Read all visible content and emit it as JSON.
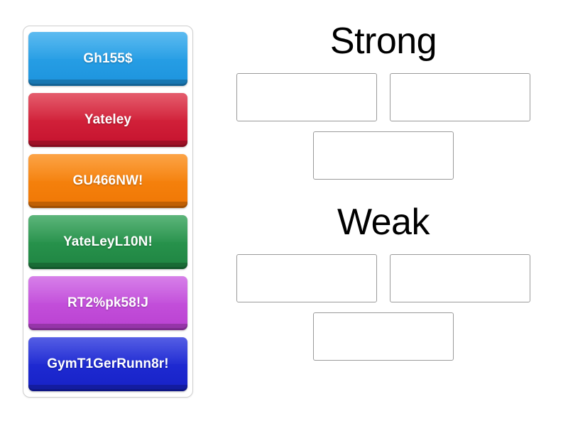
{
  "activity": {
    "type": "group-sort",
    "title": "Password strength group sort"
  },
  "tray": {
    "name": "draggable-card-tray",
    "cards": [
      {
        "label": "Gh155$",
        "color": "#1d93dd",
        "color_name": "blue"
      },
      {
        "label": "Yateley",
        "color": "#c5122e",
        "color_name": "red"
      },
      {
        "label": "GU466NW!",
        "color": "#ef7705",
        "color_name": "orange"
      },
      {
        "label": "YateLeyL10N!",
        "color": "#1f8442",
        "color_name": "green"
      },
      {
        "label": "RT2%pk58!J",
        "color": "#ba41d1",
        "color_name": "purple"
      },
      {
        "label": "GymT1GerRunn8r!",
        "color": "#1722c6",
        "color_name": "deepblue"
      }
    ]
  },
  "categories": [
    {
      "title": "Strong",
      "zones": [
        {
          "value": ""
        },
        {
          "value": ""
        },
        {
          "value": ""
        }
      ]
    },
    {
      "title": "Weak",
      "zones": [
        {
          "value": ""
        },
        {
          "value": ""
        },
        {
          "value": ""
        }
      ]
    }
  ],
  "colors": {
    "page_background": "#ffffff",
    "tray_border": "#cfcfcf",
    "dropzone_border": "#9a9a9a",
    "heading_text": "#000000",
    "card_text": "#ffffff"
  }
}
